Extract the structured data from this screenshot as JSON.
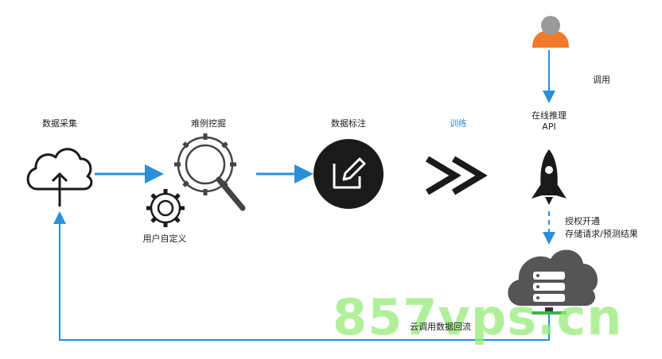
{
  "labels": {
    "data_collection": "数据采集",
    "hard_example_mining": "难例挖掘",
    "data_labeling": "数据标注",
    "training": "训练",
    "online_inference": "在线推理",
    "api": "API",
    "invoke": "调用",
    "user_defined": "用户自定义",
    "authorize_line1": "授权开通",
    "authorize_line2": "存储请求/预测结果",
    "cloud_data_return": "云调用数据回流"
  },
  "watermark": "857vps.cn",
  "colors": {
    "arrow_blue": "#2a8fd6",
    "icon_dark": "#1a1a1a",
    "gear_gray": "#444444",
    "user_orange": "#f07a2a",
    "user_head": "#9a9a9a",
    "cloud_gray": "#555555",
    "server_green": "#3cb54a",
    "training_label": "#2a8fd6"
  }
}
